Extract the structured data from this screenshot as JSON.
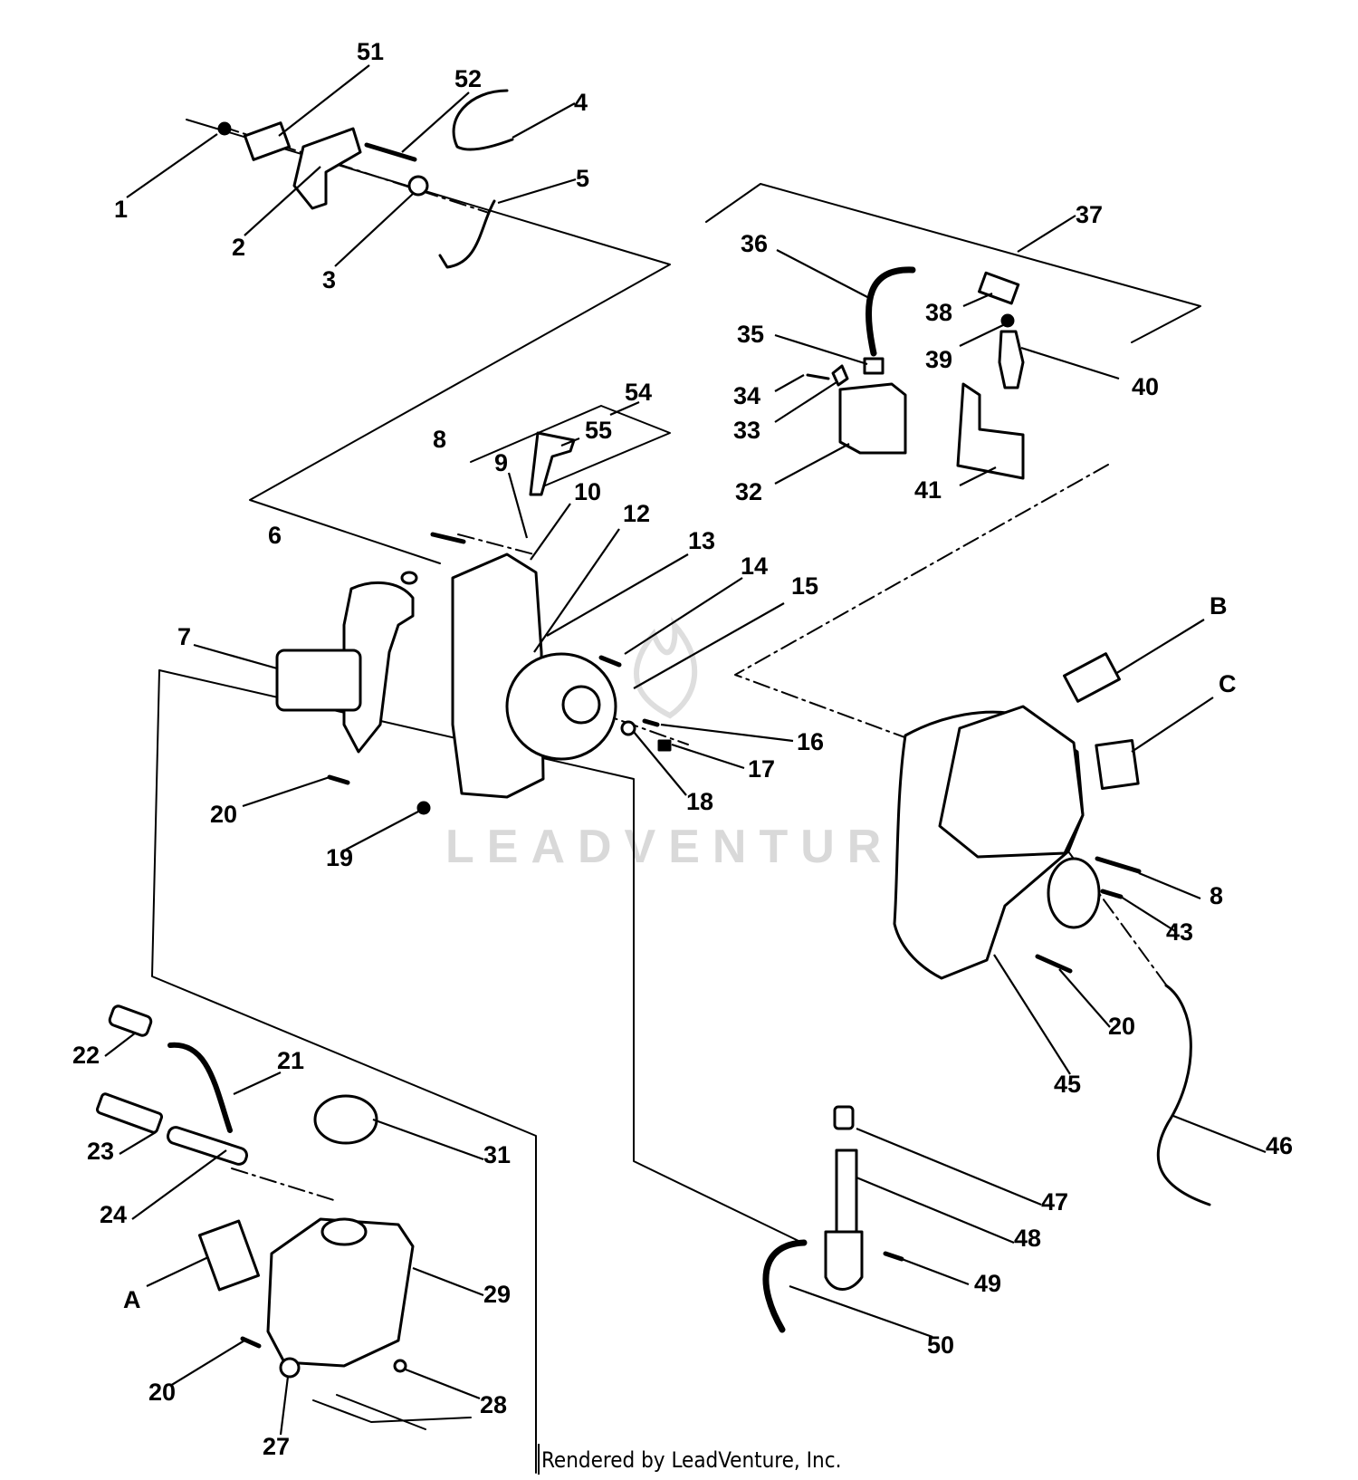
{
  "diagram": {
    "title": "",
    "watermark_text": "LEADVENTURE",
    "credit_text": "Rendered by LeadVenture, Inc.",
    "callouts": [
      {
        "id": "c51",
        "text": "51"
      },
      {
        "id": "c52",
        "text": "52"
      },
      {
        "id": "c4",
        "text": "4"
      },
      {
        "id": "c1",
        "text": "1"
      },
      {
        "id": "c5",
        "text": "5"
      },
      {
        "id": "c2",
        "text": "2"
      },
      {
        "id": "c3",
        "text": "3"
      },
      {
        "id": "c37",
        "text": "37"
      },
      {
        "id": "c36",
        "text": "36"
      },
      {
        "id": "c38",
        "text": "38"
      },
      {
        "id": "c35",
        "text": "35"
      },
      {
        "id": "c39",
        "text": "39"
      },
      {
        "id": "c40",
        "text": "40"
      },
      {
        "id": "c34",
        "text": "34"
      },
      {
        "id": "c33",
        "text": "33"
      },
      {
        "id": "c54",
        "text": "54"
      },
      {
        "id": "c55",
        "text": "55"
      },
      {
        "id": "c32",
        "text": "32"
      },
      {
        "id": "c41",
        "text": "41"
      },
      {
        "id": "c8a",
        "text": "8"
      },
      {
        "id": "c9",
        "text": "9"
      },
      {
        "id": "c10",
        "text": "10"
      },
      {
        "id": "c12",
        "text": "12"
      },
      {
        "id": "c6",
        "text": "6"
      },
      {
        "id": "c13",
        "text": "13"
      },
      {
        "id": "c14",
        "text": "14"
      },
      {
        "id": "c15",
        "text": "15"
      },
      {
        "id": "cB",
        "text": "B"
      },
      {
        "id": "c7",
        "text": "7"
      },
      {
        "id": "cC",
        "text": "C"
      },
      {
        "id": "c16",
        "text": "16"
      },
      {
        "id": "c17",
        "text": "17"
      },
      {
        "id": "c18",
        "text": "18"
      },
      {
        "id": "c20a",
        "text": "20"
      },
      {
        "id": "c19",
        "text": "19"
      },
      {
        "id": "c8b",
        "text": "8"
      },
      {
        "id": "c43",
        "text": "43"
      },
      {
        "id": "c20b",
        "text": "20"
      },
      {
        "id": "c22",
        "text": "22"
      },
      {
        "id": "c21",
        "text": "21"
      },
      {
        "id": "c45",
        "text": "45"
      },
      {
        "id": "c46",
        "text": "46"
      },
      {
        "id": "c23",
        "text": "23"
      },
      {
        "id": "c31",
        "text": "31"
      },
      {
        "id": "c24",
        "text": "24"
      },
      {
        "id": "c47",
        "text": "47"
      },
      {
        "id": "c48",
        "text": "48"
      },
      {
        "id": "cA",
        "text": "A"
      },
      {
        "id": "c29",
        "text": "29"
      },
      {
        "id": "c49",
        "text": "49"
      },
      {
        "id": "c50",
        "text": "50"
      },
      {
        "id": "c20c",
        "text": "20"
      },
      {
        "id": "c28",
        "text": "28"
      },
      {
        "id": "c27",
        "text": "27"
      }
    ]
  }
}
